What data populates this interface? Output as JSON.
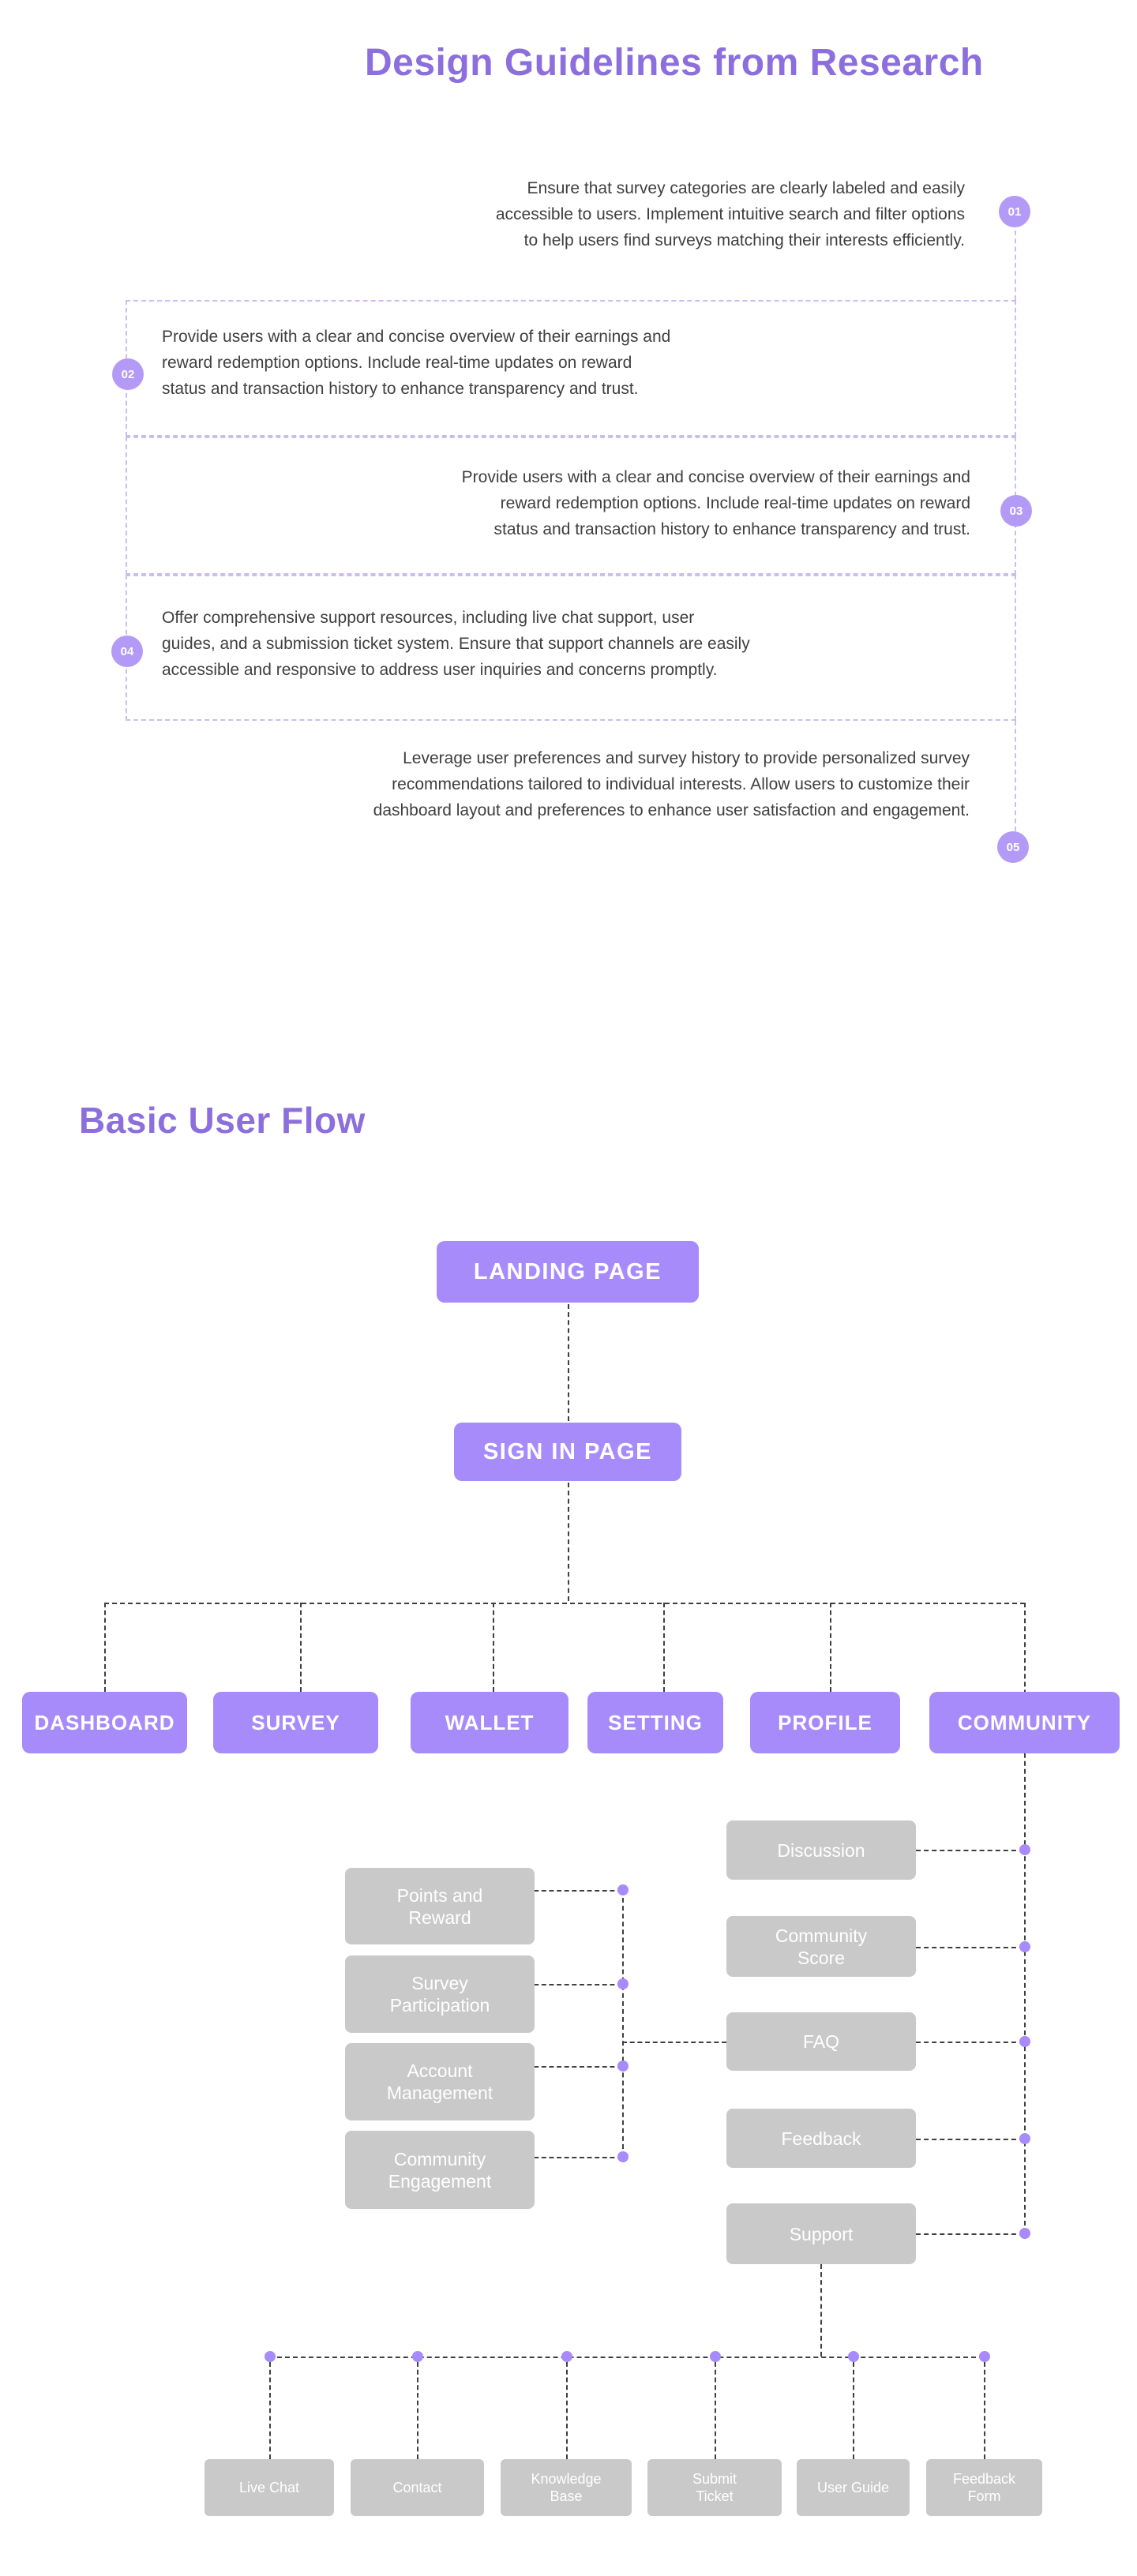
{
  "colors": {
    "accent_purple": "#a78bfa",
    "heading_purple": "#8c6fdd",
    "circle_purple": "#b49af7",
    "gray_box": "#c9c9c9",
    "connector_dark": "#3f3f3f",
    "guideline_dash": "#cbbdf0"
  },
  "guidelines": {
    "title": "Design Guidelines from Research",
    "items": [
      {
        "num": "01",
        "text": "Ensure that survey categories are clearly labeled and easily\naccessible to users. Implement intuitive search and filter options\nto help users find surveys matching their interests efficiently."
      },
      {
        "num": "02",
        "text": "Provide users with a clear and concise overview of their earnings and\nreward redemption options. Include real-time updates on reward\nstatus and transaction history to enhance transparency and trust."
      },
      {
        "num": "03",
        "text": "Provide users with a clear and concise overview of their earnings and\nreward redemption options. Include real-time updates on reward\nstatus and transaction history to enhance transparency and trust."
      },
      {
        "num": "04",
        "text": "Offer comprehensive support resources, including live chat support, user\nguides, and a submission ticket system. Ensure that support channels are easily\naccessible and responsive to address user inquiries and concerns promptly."
      },
      {
        "num": "05",
        "text": "Leverage user preferences and survey history to provide personalized survey\nrecommendations tailored to individual interests. Allow users to customize their\ndashboard layout and preferences to enhance user satisfaction and engagement."
      }
    ]
  },
  "flow": {
    "title": "Basic User Flow",
    "landing_label": "LANDING PAGE",
    "signin_label": "SIGN IN PAGE",
    "nav": [
      {
        "label": "DASHBOARD"
      },
      {
        "label": "SURVEY"
      },
      {
        "label": "WALLET"
      },
      {
        "label": "SETTING"
      },
      {
        "label": "PROFILE"
      },
      {
        "label": "COMMUNITY"
      }
    ],
    "profile_branch": [
      {
        "label": "Points and\nReward"
      },
      {
        "label": "Survey\nParticipation"
      },
      {
        "label": "Account\nManagement"
      },
      {
        "label": "Community\nEngagement"
      }
    ],
    "community_branch": [
      {
        "label": "Discussion"
      },
      {
        "label": "Community\nScore"
      },
      {
        "label": "FAQ"
      },
      {
        "label": "Feedback"
      },
      {
        "label": "Support"
      }
    ],
    "support_branch": [
      {
        "label": "Live Chat"
      },
      {
        "label": "Contact"
      },
      {
        "label": "Knowledge\nBase"
      },
      {
        "label": "Submit\nTicket"
      },
      {
        "label": "User Guide"
      },
      {
        "label": "Feedback\nForm"
      }
    ]
  }
}
